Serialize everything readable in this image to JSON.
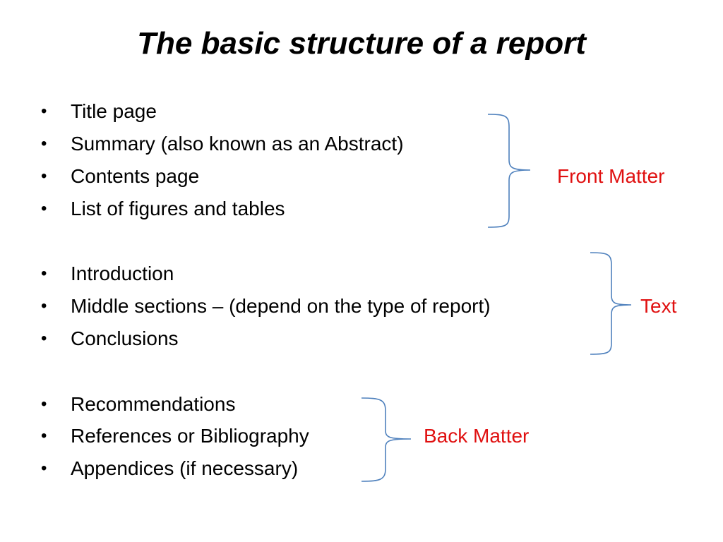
{
  "title": "The basic structure of a report",
  "accent_color": "#e01010",
  "brace_color": "#4f81bd",
  "items": [
    "Title page",
    "Summary (also known as an Abstract)",
    "Contents page",
    "List of figures and tables",
    "Introduction",
    "Middle sections – (depend on the type of report)",
    "Conclusions",
    "Recommendations",
    "References or Bibliography",
    "Appendices (if necessary)"
  ],
  "bullet_glyph": "•",
  "groups": {
    "front": "Front Matter",
    "text": "Text",
    "back": "Back Matter"
  }
}
